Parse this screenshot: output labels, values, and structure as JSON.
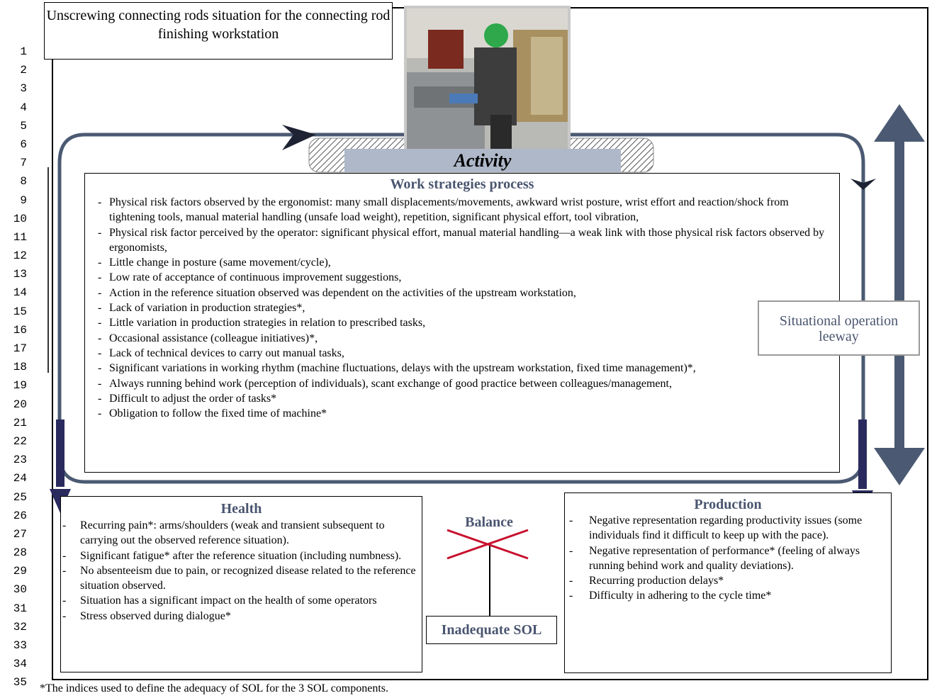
{
  "line_numbers": [
    "1",
    "2",
    "3",
    "4",
    "5",
    "6",
    "7",
    "8",
    "9",
    "10",
    "11",
    "12",
    "13",
    "14",
    "15",
    "16",
    "17",
    "18",
    "19",
    "20",
    "21",
    "22",
    "23",
    "24",
    "25",
    "26",
    "27",
    "28",
    "29",
    "30",
    "31",
    "32",
    "33",
    "34",
    "35"
  ],
  "title": "Unscrewing connecting rods situation for the connecting rod finishing workstation",
  "activity_label": "Activity",
  "strategies": {
    "title": "Work strategies process",
    "items": [
      "Physical risk factors observed by the ergonomist: many small displacements/movements, awkward wrist posture, wrist effort and reaction/shock from tightening tools, manual material handling (unsafe load weight), repetition, significant physical effort, tool vibration,",
      "Physical risk factor perceived by the operator: significant physical effort, manual material handling—a weak link with those physical risk factors observed by ergonomists,",
      "Little change in posture (same movement/cycle),",
      "Low rate of acceptance of  continuous improvement suggestions,",
      "Action in the reference situation observed was dependent on the activities of the upstream workstation,",
      "Lack of variation in production strategies*,",
      "Little variation in production strategies in relation to prescribed tasks,",
      "Occasional assistance (colleague initiatives)*,",
      "Lack of technical devices to carry out manual tasks,",
      "Significant variations in working rhythm (machine fluctuations, delays with the upstream workstation, fixed time management)*,",
      "Always running behind work (perception of individuals), scant exchange of good practice between colleagues/management,",
      "Difficult to adjust the order of tasks*",
      "Obligation to follow the fixed time of machine*"
    ]
  },
  "leeway_label": "Situational operation leeway",
  "health": {
    "title": "Health",
    "items": [
      "Recurring pain*: arms/shoulders (weak and transient subsequent to carrying out the observed reference situation).",
      "Significant fatigue* after the reference situation (including numbness).",
      "No absenteeism due to pain, or recognized disease related to the reference situation observed.",
      "Situation has a significant impact on the health of some operators",
      "Stress observed during dialogue*"
    ]
  },
  "production": {
    "title": "Production",
    "items": [
      "Negative representation regarding productivity issues (some individuals find it difficult to keep up with the pace).",
      "Negative representation of performance* (feeling of always running behind work and quality deviations).",
      "Recurring production delays*",
      "Difficulty in adhering to the cycle time*"
    ]
  },
  "balance_label": "Balance",
  "sol_label": "Inadequate SOL",
  "footnote": "*The indices used to define the adequacy of SOL for the 3 SOL components.",
  "colors": {
    "loop": "#4b5a72",
    "arrow_dark": "#2a2a5e",
    "big_arrow": "#4b5a72",
    "cross": "#c8102e",
    "heading": "#4a5570",
    "activity_band": "#aeb8c8"
  }
}
